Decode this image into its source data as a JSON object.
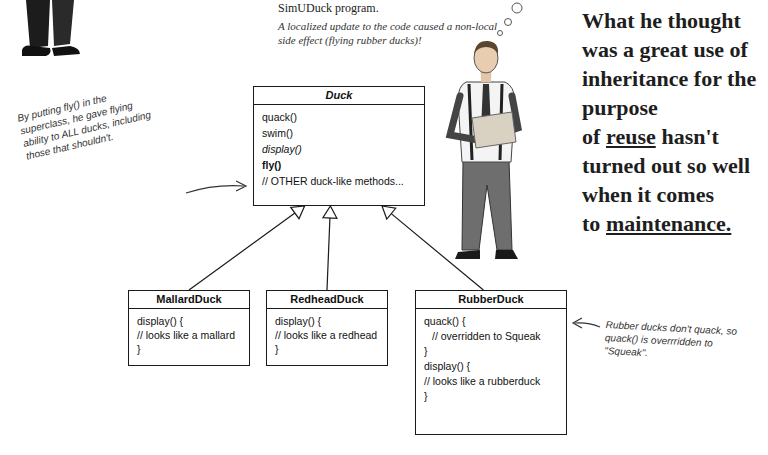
{
  "diagram": {
    "nodes": [
      {
        "text": [
          "Duck",
          "quack()",
          "swim()",
          "display()",
          "fly()",
          "// OTHER duck-like methods..."
        ]
      },
      {
        "text": [
          "MallardDuck",
          "display() {",
          "// looks like a mallard",
          "}"
        ]
      },
      {
        "text": [
          "RedheadDuck",
          "display() {",
          "// looks like a redhead",
          "}"
        ]
      },
      {
        "text": [
          "RubberDuck",
          "quack() {",
          "// overridden to Squeak",
          "}",
          "display() {",
          "// looks like a rubberduck",
          "}"
        ]
      }
    ],
    "edges": [
      {
        "from": 1,
        "to": 0,
        "arrow": "to"
      },
      {
        "from": 2,
        "to": 0,
        "arrow": "to"
      },
      {
        "from": 3,
        "to": 0,
        "arrow": "to"
      }
    ],
    "labels": [
      "SimUDuck program.",
      "A localized update to the code caused a non-local side effect (flying rubber ducks)!",
      "By putting fly() in the superclass, he gave flying ability to ALL ducks, including those that shouldn't.",
      "What he thought was a great use of inheritance for the purpose of",
      "reuse",
      "hasn't turned out so well when it comes to",
      "maintenance.",
      "Rubber ducks don't quack, so quack() is overrridden to \"Squeak\"."
    ]
  }
}
